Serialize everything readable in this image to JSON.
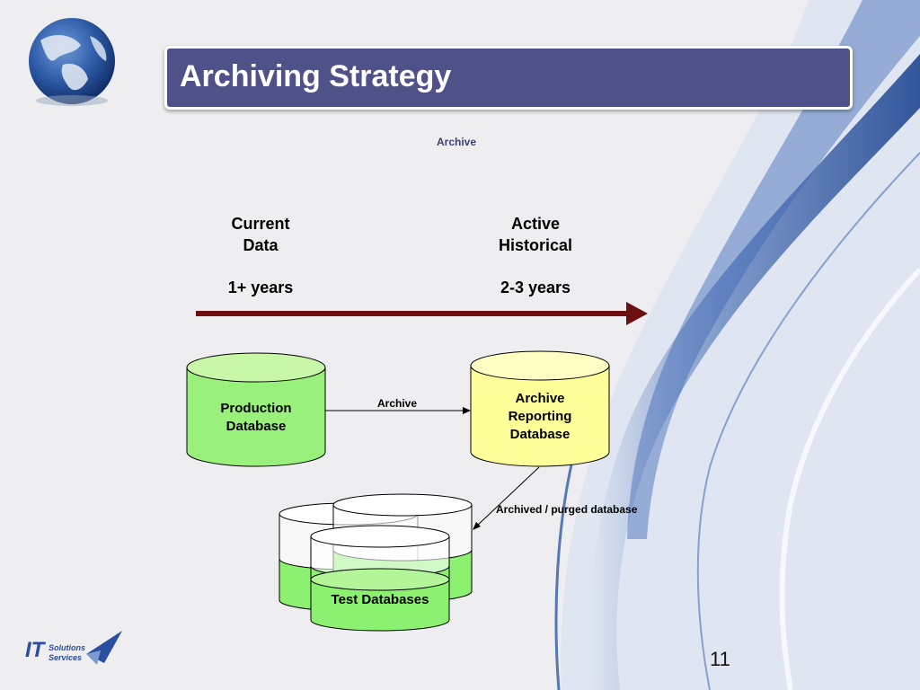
{
  "slide": {
    "title": "Archiving Strategy",
    "subtitle": "Archive",
    "page_number": "11"
  },
  "timeline": {
    "current": {
      "heading_line1": "Current",
      "heading_line2": "Data",
      "years": "1+ years"
    },
    "historical": {
      "heading_line1": "Active",
      "heading_line2": "Historical",
      "years": "2-3 years"
    }
  },
  "databases": {
    "production": {
      "line1": "Production",
      "line2": "Database"
    },
    "archive": {
      "line1": "Archive",
      "line2": "Reporting",
      "line3": "Database"
    },
    "test": {
      "label": "Test Databases"
    }
  },
  "connectors": {
    "archive_label": "Archive",
    "purged_label": "Archived / purged database"
  },
  "logo": {
    "it": "IT",
    "line1": "Solutions",
    "line2": "Services"
  },
  "colors": {
    "title_bg": "#4e5288",
    "timeline_arrow": "#6b0f12",
    "production_fill": "#99f07a",
    "archive_fill": "#ffff99",
    "test_fill": "#8cf070",
    "swoosh": "#2f5aa8"
  }
}
